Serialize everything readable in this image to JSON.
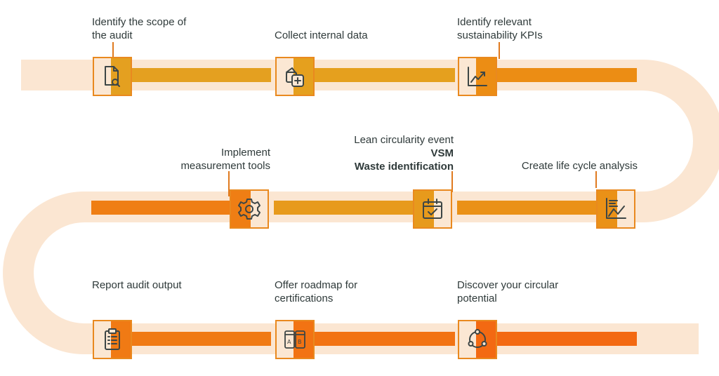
{
  "steps": [
    {
      "id": "scope",
      "lines": [
        "Identify the scope of",
        "the audit"
      ],
      "icon": "document-search-icon"
    },
    {
      "id": "collect",
      "lines": [
        "Collect internal data"
      ],
      "icon": "add-files-icon"
    },
    {
      "id": "kpis",
      "lines": [
        "Identify relevant",
        "sustainability KPIs"
      ],
      "icon": "trend-chart-icon"
    },
    {
      "id": "measurement",
      "lines": [
        "Implement",
        "measurement tools"
      ],
      "icon": "gear-icon"
    },
    {
      "id": "lean",
      "lines": [
        "Lean circularity event"
      ],
      "bold_lines": [
        "VSM",
        "Waste identification"
      ],
      "icon": "calendar-check-icon"
    },
    {
      "id": "lca",
      "lines": [
        "Create life cycle analysis"
      ],
      "icon": "life-cycle-chart-icon"
    },
    {
      "id": "report",
      "lines": [
        "Report audit output"
      ],
      "icon": "clipboard-icon"
    },
    {
      "id": "roadmap",
      "lines": [
        "Offer roadmap for",
        "certifications"
      ],
      "icon": "ab-test-icon"
    },
    {
      "id": "potential",
      "lines": [
        "Discover your circular",
        "potential"
      ],
      "icon": "circular-nodes-icon"
    }
  ],
  "colors": {
    "track": "#fbe6d2",
    "orange_light": "#e4a020",
    "orange_mid": "#ec8a12",
    "orange_dark": "#f26a12",
    "box_border": "#e9891f",
    "box_fill": "#fbe7d3",
    "icon": "#3d4646",
    "text": "#2f3a3a"
  }
}
